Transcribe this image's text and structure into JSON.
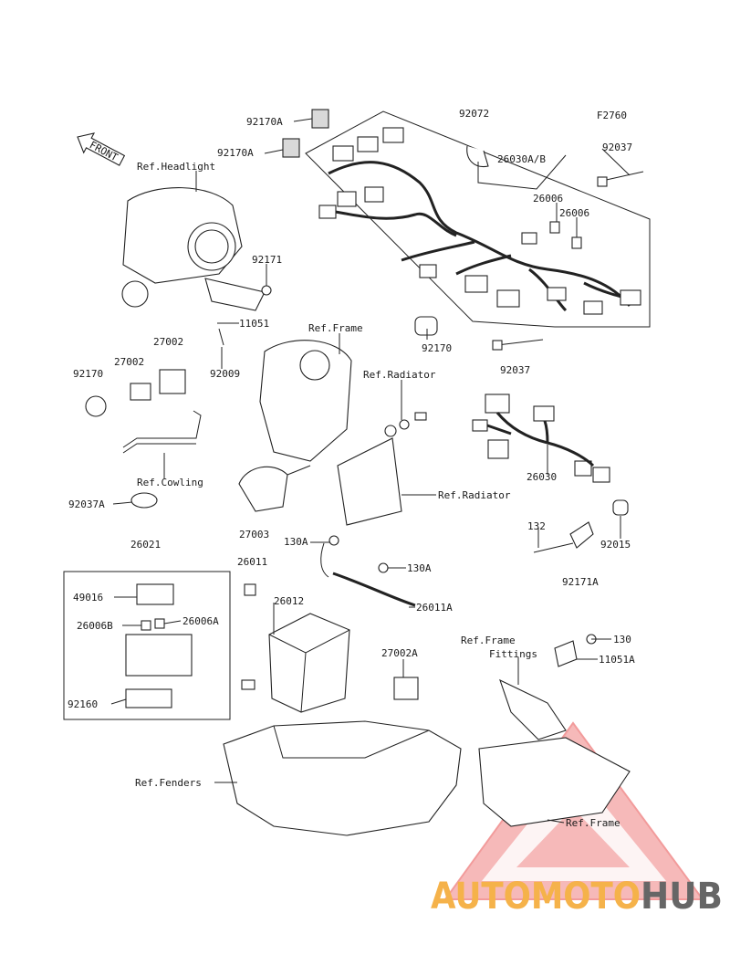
{
  "diagram": {
    "code": "F2760",
    "front_label": "FRONT",
    "labels": {
      "p92170A_1": "92170A",
      "p92170A_2": "92170A",
      "p92072": "92072",
      "p92037_top": "92037",
      "p26030AB": "26030A/B",
      "p26006_1": "26006",
      "p26006_2": "26006",
      "ref_headlight": "Ref.Headlight",
      "p92171": "92171",
      "p11051": "11051",
      "p27002_top": "27002",
      "p27002": "27002",
      "p92170_left": "92170",
      "p92009": "92009",
      "ref_frame_center": "Ref.Frame",
      "ref_radiator_1": "Ref.Radiator",
      "p92170_center": "92170",
      "p92037_right": "92037",
      "ref_cowling": "Ref.Cowling",
      "ref_radiator_2": "Ref.Radiator",
      "p26030": "26030",
      "p92037A": "92037A",
      "p26021": "26021",
      "p27003": "27003",
      "p130A_1": "130A",
      "p130A_2": "130A",
      "p132": "132",
      "p92015": "92015",
      "p26011": "26011",
      "p26011A": "26011A",
      "p92171A": "92171A",
      "p49016": "49016",
      "p26012": "26012",
      "p26006B": "26006B",
      "p26006A": "26006A",
      "ref_frame_fittings_1": "Ref.Frame",
      "ref_frame_fittings_2": "Fittings",
      "p130": "130",
      "p11051A": "11051A",
      "p27002A": "27002A",
      "p92160": "92160",
      "ref_fenders": "Ref.Fenders",
      "ref_frame_bottom": "Ref.Frame"
    }
  },
  "watermark": {
    "part1": "AUTOMOTO",
    "part2": "HUB",
    "color_accent": "#f5b24a",
    "color_triangle": "#e84a4a",
    "color_dark": "#666666"
  }
}
